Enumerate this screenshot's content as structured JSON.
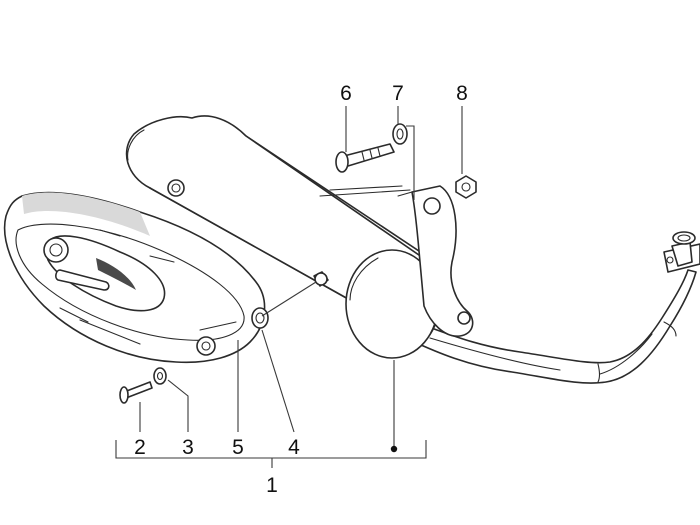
{
  "diagram": {
    "callouts": [
      {
        "id": "1",
        "label": "1"
      },
      {
        "id": "2",
        "label": "2"
      },
      {
        "id": "3",
        "label": "3"
      },
      {
        "id": "4",
        "label": "4"
      },
      {
        "id": "5",
        "label": "5"
      },
      {
        "id": "6",
        "label": "6"
      },
      {
        "id": "7",
        "label": "7"
      },
      {
        "id": "8",
        "label": "8"
      }
    ],
    "colors": {
      "line": "#2b2b2b",
      "background": "#ffffff"
    }
  }
}
